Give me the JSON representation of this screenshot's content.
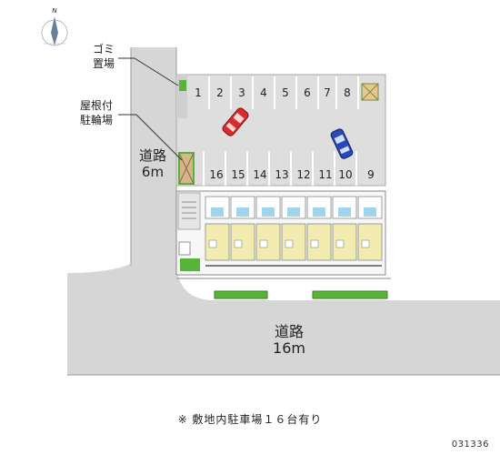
{
  "labels": {
    "trash_line1": "ゴミ",
    "trash_line2": "置場",
    "bike_line1": "屋根付",
    "bike_line2": "駐輪場",
    "vert_road_line1": "道路",
    "vert_road_line2": "6m",
    "main_road_line1": "道路",
    "main_road_line2": "16m",
    "north": "N"
  },
  "parking_top": [
    "1",
    "2",
    "3",
    "4",
    "5",
    "6",
    "7",
    "8"
  ],
  "parking_bottom": [
    "16",
    "15",
    "14",
    "13",
    "12",
    "11",
    "10",
    "9"
  ],
  "footnote": "※ 敷地内駐車場１６台有り",
  "code": "031336",
  "colors": {
    "road": "#d6d6d6",
    "lot": "#dedede",
    "building_unit": "#f3ecb0",
    "bath": "#9fd3ef",
    "green": "#58b33a",
    "car_red": "#d92b2b",
    "car_blue": "#2b47b8",
    "shelter": "#d7b58a"
  },
  "icons": [
    "compass-icon",
    "red-car-icon",
    "blue-car-icon",
    "hatch-icon"
  ]
}
